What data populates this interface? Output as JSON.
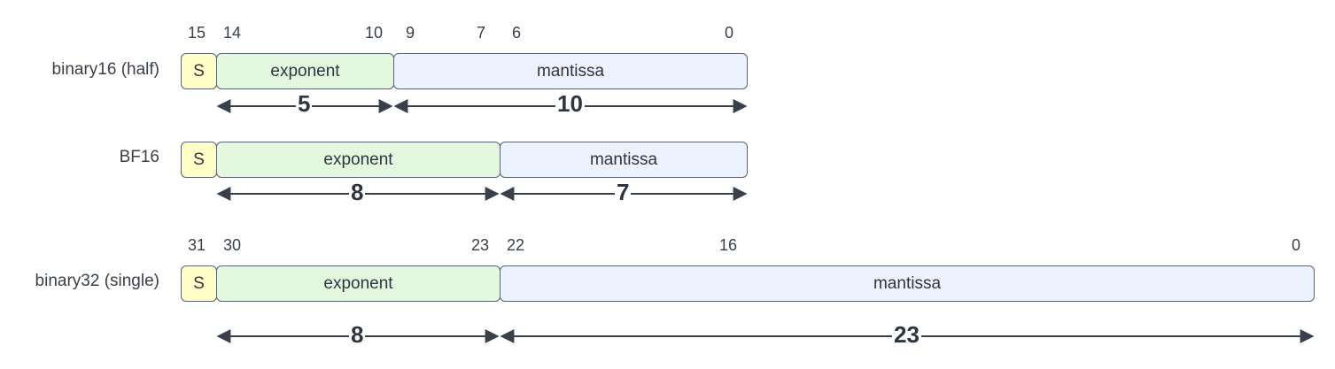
{
  "formats": [
    {
      "label": "binary16 (half)",
      "bit_numbers": [
        "15",
        "14",
        "10",
        "9",
        "7",
        "6",
        "0"
      ],
      "fields": {
        "sign": "S",
        "exponent": "exponent",
        "mantissa": "mantissa"
      },
      "widths": {
        "exponent": "5",
        "mantissa": "10"
      }
    },
    {
      "label": "BF16",
      "bit_numbers": [],
      "fields": {
        "sign": "S",
        "exponent": "exponent",
        "mantissa": "mantissa"
      },
      "widths": {
        "exponent": "8",
        "mantissa": "7"
      }
    },
    {
      "label": "binary32 (single)",
      "bit_numbers": [
        "31",
        "30",
        "23",
        "22",
        "16",
        "0"
      ],
      "fields": {
        "sign": "S",
        "exponent": "exponent",
        "mantissa": "mantissa"
      },
      "widths": {
        "exponent": "8",
        "mantissa": "23"
      }
    }
  ],
  "colors": {
    "sign": "#ffffc7",
    "exponent": "#e4f8e0",
    "mantissa": "#edf3fe",
    "stroke": "#5b6270",
    "arrow": "#3a4049"
  }
}
